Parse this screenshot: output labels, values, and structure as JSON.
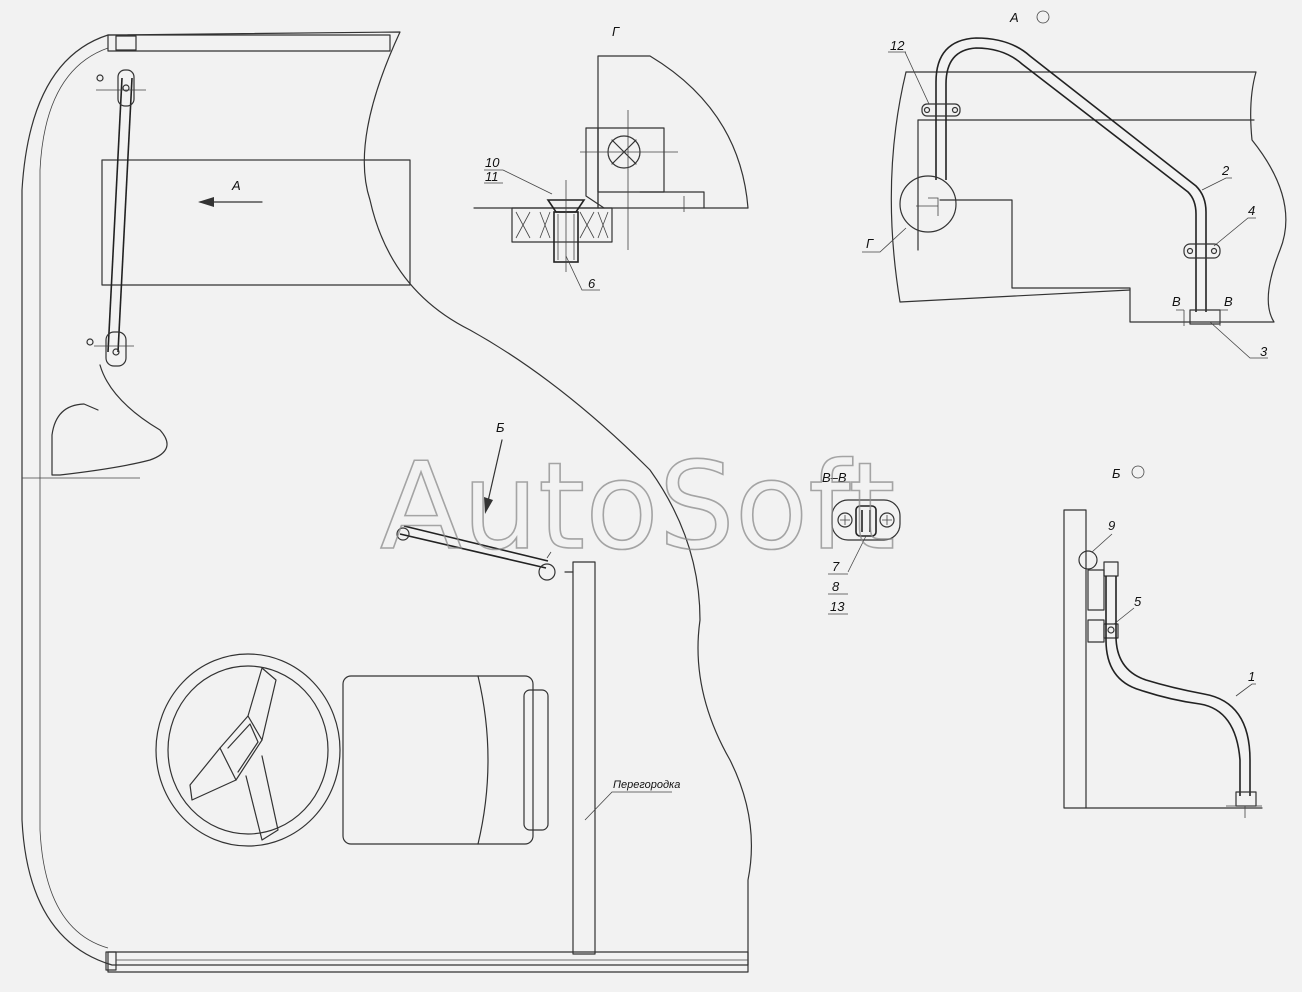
{
  "watermark": "AutoSoft",
  "views": {
    "a_title": "А",
    "b_title": "Б",
    "g_title": "Г",
    "vv_title": "В–В"
  },
  "main_view": {
    "arrow_a": "А",
    "arrow_b": "Б",
    "partition_label": "Перегородка"
  },
  "detail_g": {
    "label_10": "10",
    "label_11": "11",
    "label_6": "6"
  },
  "view_a": {
    "label_12": "12",
    "label_2": "2",
    "label_4": "4",
    "label_3": "3",
    "label_g": "Г",
    "section_v_left": "В",
    "section_v_right": "В"
  },
  "section_vv": {
    "label_7": "7",
    "label_8": "8",
    "label_13": "13"
  },
  "view_b": {
    "label_9": "9",
    "label_5": "5",
    "label_1": "1"
  }
}
